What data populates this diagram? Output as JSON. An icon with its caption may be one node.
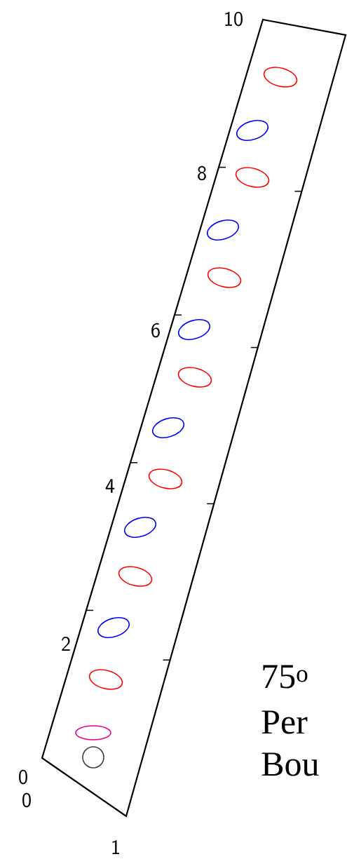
{
  "diagram": {
    "labels": [
      "10",
      "8",
      "6",
      "4",
      "2",
      "75$^{o}$",
      "Per",
      "Bou",
      "0",
      "0",
      "1"
    ]
  }
}
